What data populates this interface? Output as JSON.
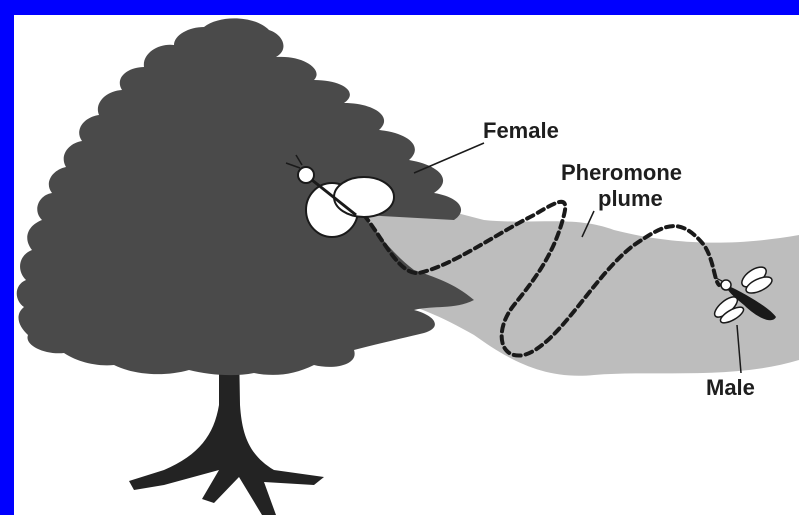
{
  "labels": {
    "female": "Female",
    "pheromone_line1": "Pheromone",
    "pheromone_line2": "plume",
    "male": "Male"
  },
  "colors": {
    "border": "#0000ff",
    "background": "#ffffff",
    "tree": "#4a4a4a",
    "plume": "#bdbdbd",
    "flight_path": "#1a1a1a",
    "text": "#1e1e1e"
  },
  "icons": [
    "tree-icon",
    "female-moth-icon",
    "male-moth-icon"
  ]
}
